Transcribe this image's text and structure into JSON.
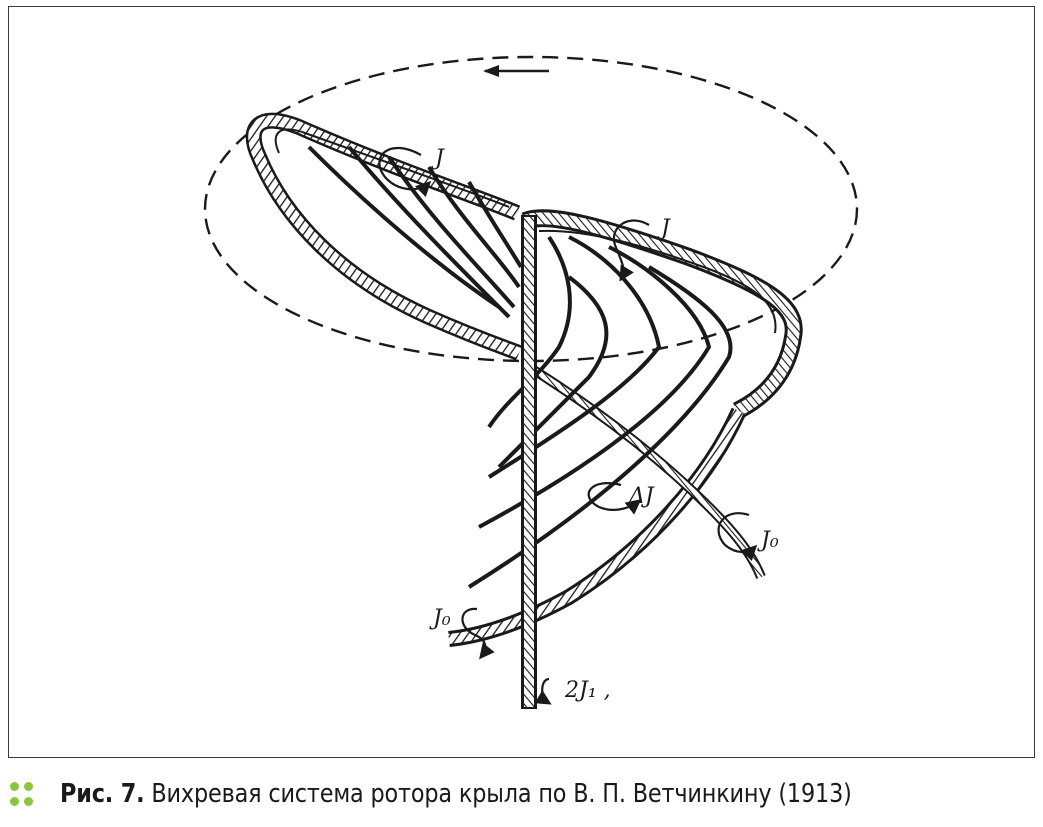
{
  "figure": {
    "labels": {
      "j_top_left": "J",
      "j_top_right": "J",
      "delta_j": "ΔJ",
      "j0_right": "J₀",
      "j0_left": "J₀",
      "two_j1": "2J₁ ,"
    }
  },
  "caption": {
    "label": "Рис. 7.",
    "text": " Вихревая система ротора крыла по В. П. Ветчинкину (1913)"
  },
  "colors": {
    "accent_dots": "#8cc63f",
    "ink": "#1a1a1a"
  },
  "icons": {
    "bullet": "four-dot-bullet-icon"
  }
}
